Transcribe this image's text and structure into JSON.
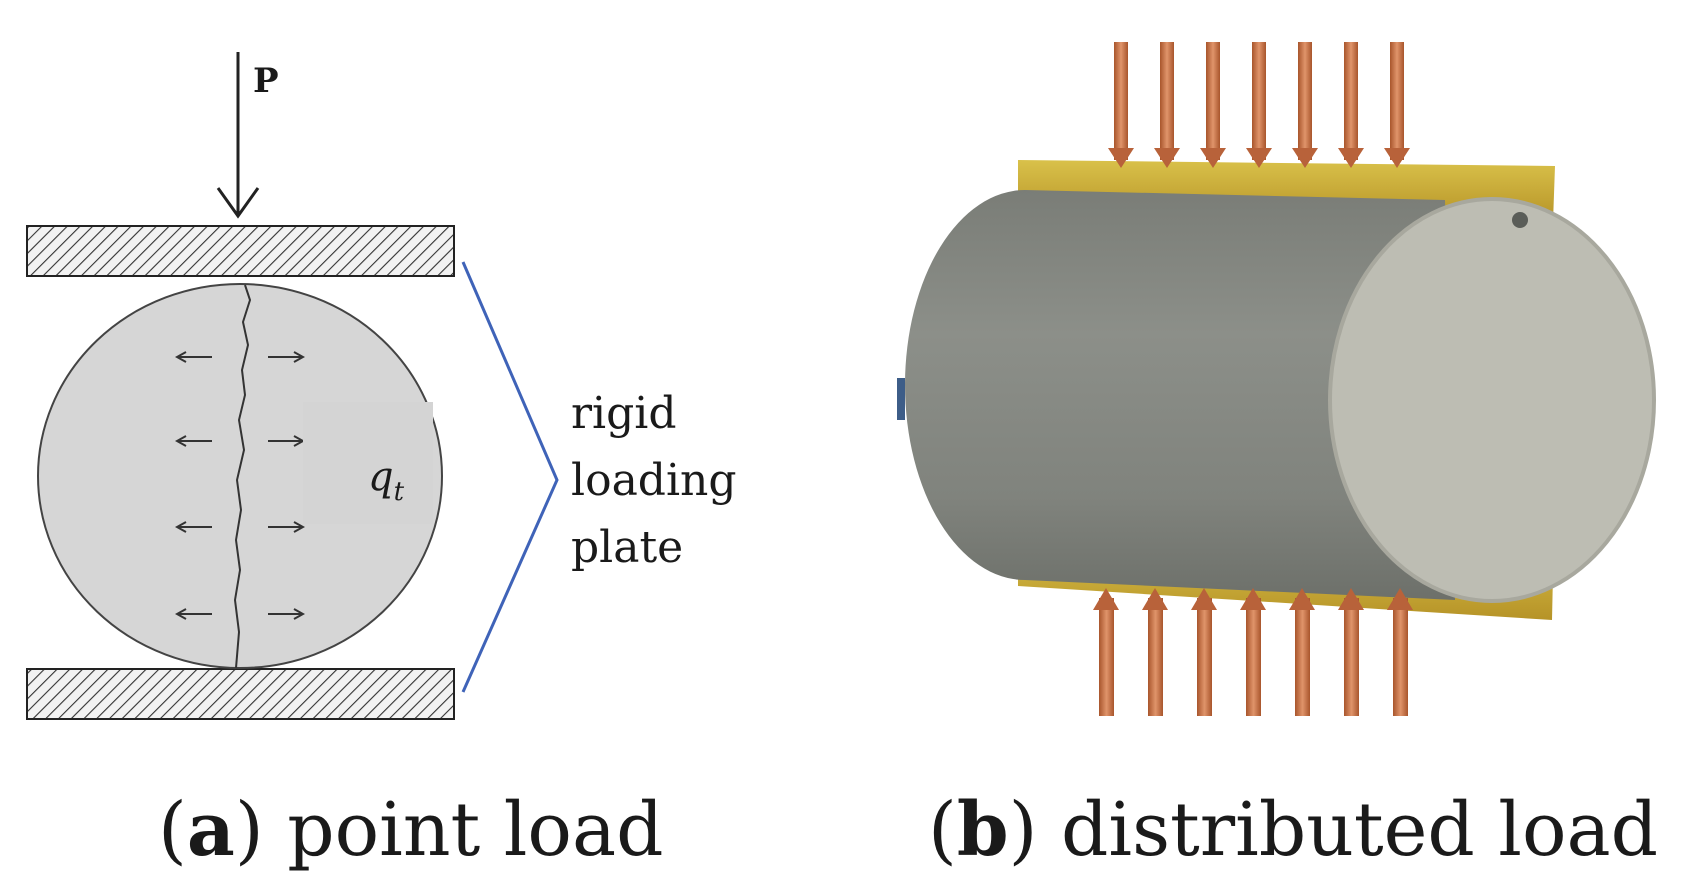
{
  "panels": [
    {
      "id": "a",
      "letter": "a",
      "caption": "point load",
      "load_label": "P",
      "stress_label": "q",
      "stress_subscript": "t",
      "plate_label_lines": [
        "rigid",
        "loading",
        "plate"
      ]
    },
    {
      "id": "b",
      "letter": "b",
      "caption": "distributed load"
    }
  ],
  "colors": {
    "specimen_fill": "#d6d6d6",
    "specimen_face": "#bdbdb3",
    "cylinder_body": "#868983",
    "plate_gold": "#c9ad3a",
    "load_arrow": "#bf6f45",
    "bracket_line": "#3f63b8",
    "hatch": "#333333"
  },
  "icons": {
    "load_arrow": "down-arrow",
    "tension_arrow": "horizontal-arrow",
    "crack": "vertical-crack"
  }
}
